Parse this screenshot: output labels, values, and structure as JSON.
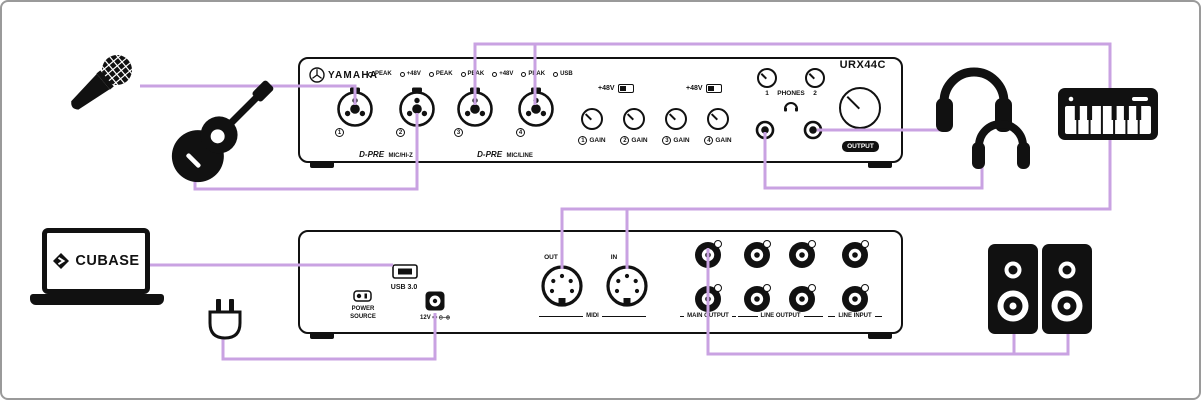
{
  "colors": {
    "wire": "#c9a2e2",
    "ink": "#111111"
  },
  "front_panel": {
    "brand": "YAMAHA",
    "model": "URX44C",
    "indicators": [
      "PEAK",
      "+48V",
      "PEAK",
      "PEAK",
      "+48V",
      "PEAK",
      "USB"
    ],
    "input_numbers": [
      "1",
      "2",
      "3",
      "4"
    ],
    "input_group_1": {
      "name": "D-PRE",
      "sub": "MIC/HI-Z"
    },
    "input_group_2": {
      "name": "D-PRE",
      "sub": "MIC/LINE"
    },
    "phantom_switch_1": "+48V",
    "phantom_switch_2": "+48V",
    "gain_knobs": [
      {
        "num": "1",
        "label": "GAIN"
      },
      {
        "num": "2",
        "label": "GAIN"
      },
      {
        "num": "3",
        "label": "GAIN"
      },
      {
        "num": "4",
        "label": "GAIN"
      }
    ],
    "phones": {
      "num_1": "1",
      "label": "PHONES",
      "num_2": "2"
    },
    "output_label": "OUTPUT"
  },
  "rear_panel": {
    "usb_label": "USB 3.0",
    "power_source_line1": "POWER",
    "power_source_line2": "SOURCE",
    "dc_label": "12V ⎓ ⊖–⊕",
    "midi_out_label": "OUT",
    "midi_in_label": "IN",
    "midi_group_label": "MIDI",
    "main_output_label": "MAIN OUTPUT",
    "line_output_label": "LINE OUTPUT",
    "line_input_label": "LINE INPUT"
  },
  "devices": {
    "laptop_brand": "CUBASE",
    "icons": [
      "microphone",
      "acoustic-guitar",
      "cubase-laptop",
      "power-plug",
      "headphones-1",
      "headphones-2",
      "midi-keyboard",
      "monitor-speakers"
    ]
  }
}
